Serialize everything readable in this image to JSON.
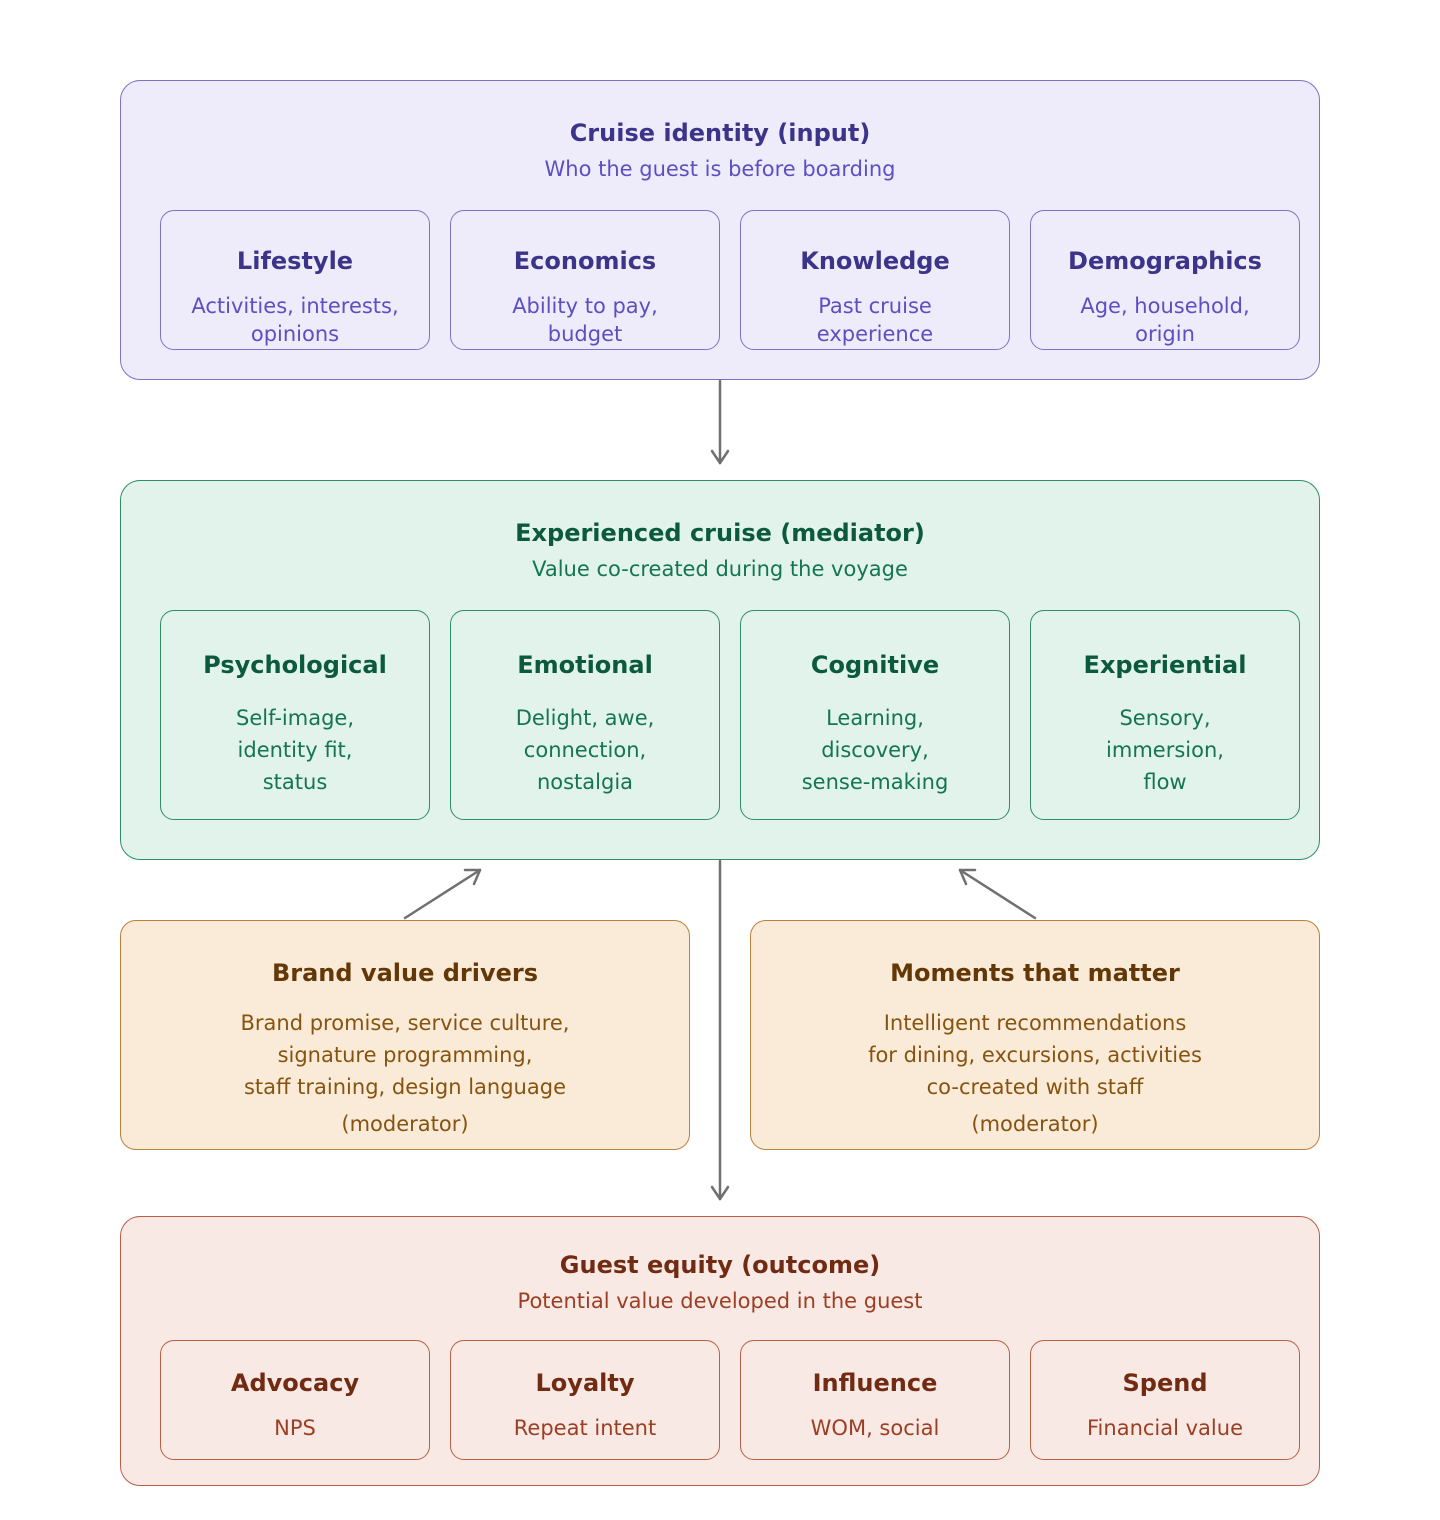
{
  "input": {
    "title": "Cruise identity (input)",
    "subtitle": "Who the guest is before boarding",
    "cards": [
      {
        "title": "Lifestyle",
        "lines": [
          "Activities, interests,",
          "opinions"
        ]
      },
      {
        "title": "Economics",
        "lines": [
          "Ability to pay,",
          "budget"
        ]
      },
      {
        "title": "Knowledge",
        "lines": [
          "Past cruise",
          "experience"
        ]
      },
      {
        "title": "Demographics",
        "lines": [
          "Age, household,",
          "origin"
        ]
      }
    ]
  },
  "mediator": {
    "title": "Experienced cruise (mediator)",
    "subtitle": "Value co-created during the voyage",
    "cards": [
      {
        "title": "Psychological",
        "lines": [
          "Self-image,",
          "identity fit,",
          "status"
        ]
      },
      {
        "title": "Emotional",
        "lines": [
          "Delight, awe,",
          "connection,",
          "nostalgia"
        ]
      },
      {
        "title": "Cognitive",
        "lines": [
          "Learning,",
          "discovery,",
          "sense-making"
        ]
      },
      {
        "title": "Experiential",
        "lines": [
          "Sensory,",
          "immersion,",
          "flow"
        ]
      }
    ]
  },
  "moderators": [
    {
      "title": "Brand value drivers",
      "lines": [
        "Brand promise, service culture,",
        "signature programming,",
        "staff training, design language"
      ],
      "tag": "(moderator)"
    },
    {
      "title": "Moments that matter",
      "lines": [
        "Intelligent recommendations",
        "for dining, excursions, activities",
        "co-created with staff"
      ],
      "tag": "(moderator)"
    }
  ],
  "outcome": {
    "title": "Guest equity (outcome)",
    "subtitle": "Potential value developed in the guest",
    "cards": [
      {
        "title": "Advocacy",
        "desc": "NPS"
      },
      {
        "title": "Loyalty",
        "desc": "Repeat intent"
      },
      {
        "title": "Influence",
        "desc": "WOM, social"
      },
      {
        "title": "Spend",
        "desc": "Financial value"
      }
    ]
  },
  "colors": {
    "input_fill": "#eeecfb",
    "input_stroke": "#7b73c9",
    "mediator_fill": "#e2f3ec",
    "mediator_stroke": "#2e8e66",
    "moderator_fill": "#faebd8",
    "moderator_stroke": "#b8823c",
    "outcome_fill": "#f9e9e4",
    "outcome_stroke": "#b95f47",
    "arrow": "#707070"
  }
}
